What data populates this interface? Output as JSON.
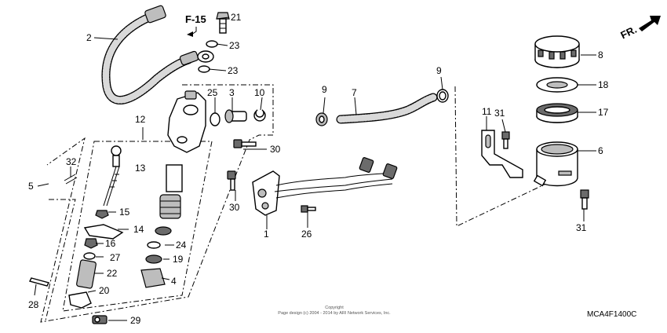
{
  "diagram": {
    "reference": "F-15",
    "direction_label": "FR.",
    "diagram_code": "MCA4F1400C",
    "copyright_line1": "Copyright",
    "copyright_line2": "Page design (c) 2004 - 2014 by ARI Network Services, Inc."
  },
  "callouts": {
    "c1": "1",
    "c2": "2",
    "c3": "3",
    "c4": "4",
    "c5": "5",
    "c6": "6",
    "c7": "7",
    "c8": "8",
    "c9a": "9",
    "c9b": "9",
    "c10": "10",
    "c11": "11",
    "c12": "12",
    "c13": "13",
    "c14": "14",
    "c15": "15",
    "c16": "16",
    "c17": "17",
    "c18": "18",
    "c19": "19",
    "c20": "20",
    "c21": "21",
    "c22": "22",
    "c23a": "23",
    "c23b": "23",
    "c24": "24",
    "c25": "25",
    "c26": "26",
    "c27": "27",
    "c28": "28",
    "c29": "29",
    "c30a": "30",
    "c30b": "30",
    "c31a": "31",
    "c31b": "31",
    "c32": "32"
  }
}
